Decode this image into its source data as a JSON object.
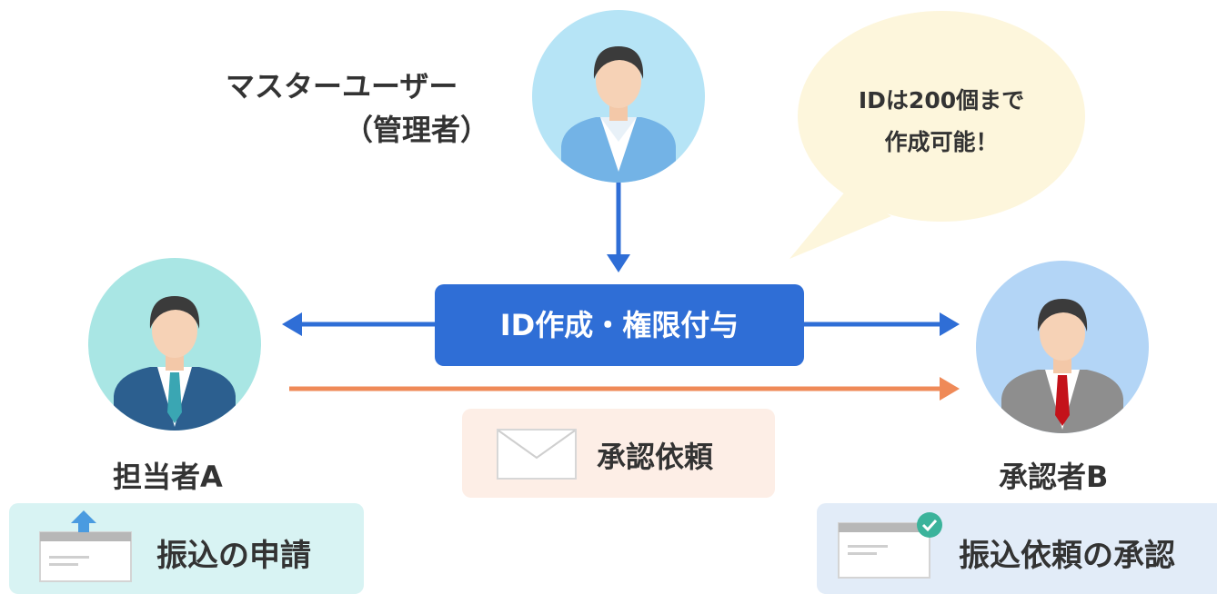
{
  "master": {
    "name_line1": "マスターユーザー",
    "name_line2": "（管理者）"
  },
  "bubble": {
    "line1": "IDは200個まで",
    "line2": "作成可能！"
  },
  "center_action": {
    "label": "ID作成・権限付与"
  },
  "request": {
    "label": "承認依頼"
  },
  "person_a": {
    "name": "担当者A",
    "task": "振込の申請"
  },
  "person_b": {
    "name": "承認者B",
    "task": "振込依頼の承認"
  },
  "colors": {
    "blue_arrow": "#2f6ed6",
    "orange_arrow": "#ef8a58",
    "center_box": "#2f6ed6",
    "request_box": "#fdeee6",
    "bubble": "#fdf6dc",
    "task_a_box": "#d8f3f3",
    "task_b_box": "#e2ecf8"
  }
}
